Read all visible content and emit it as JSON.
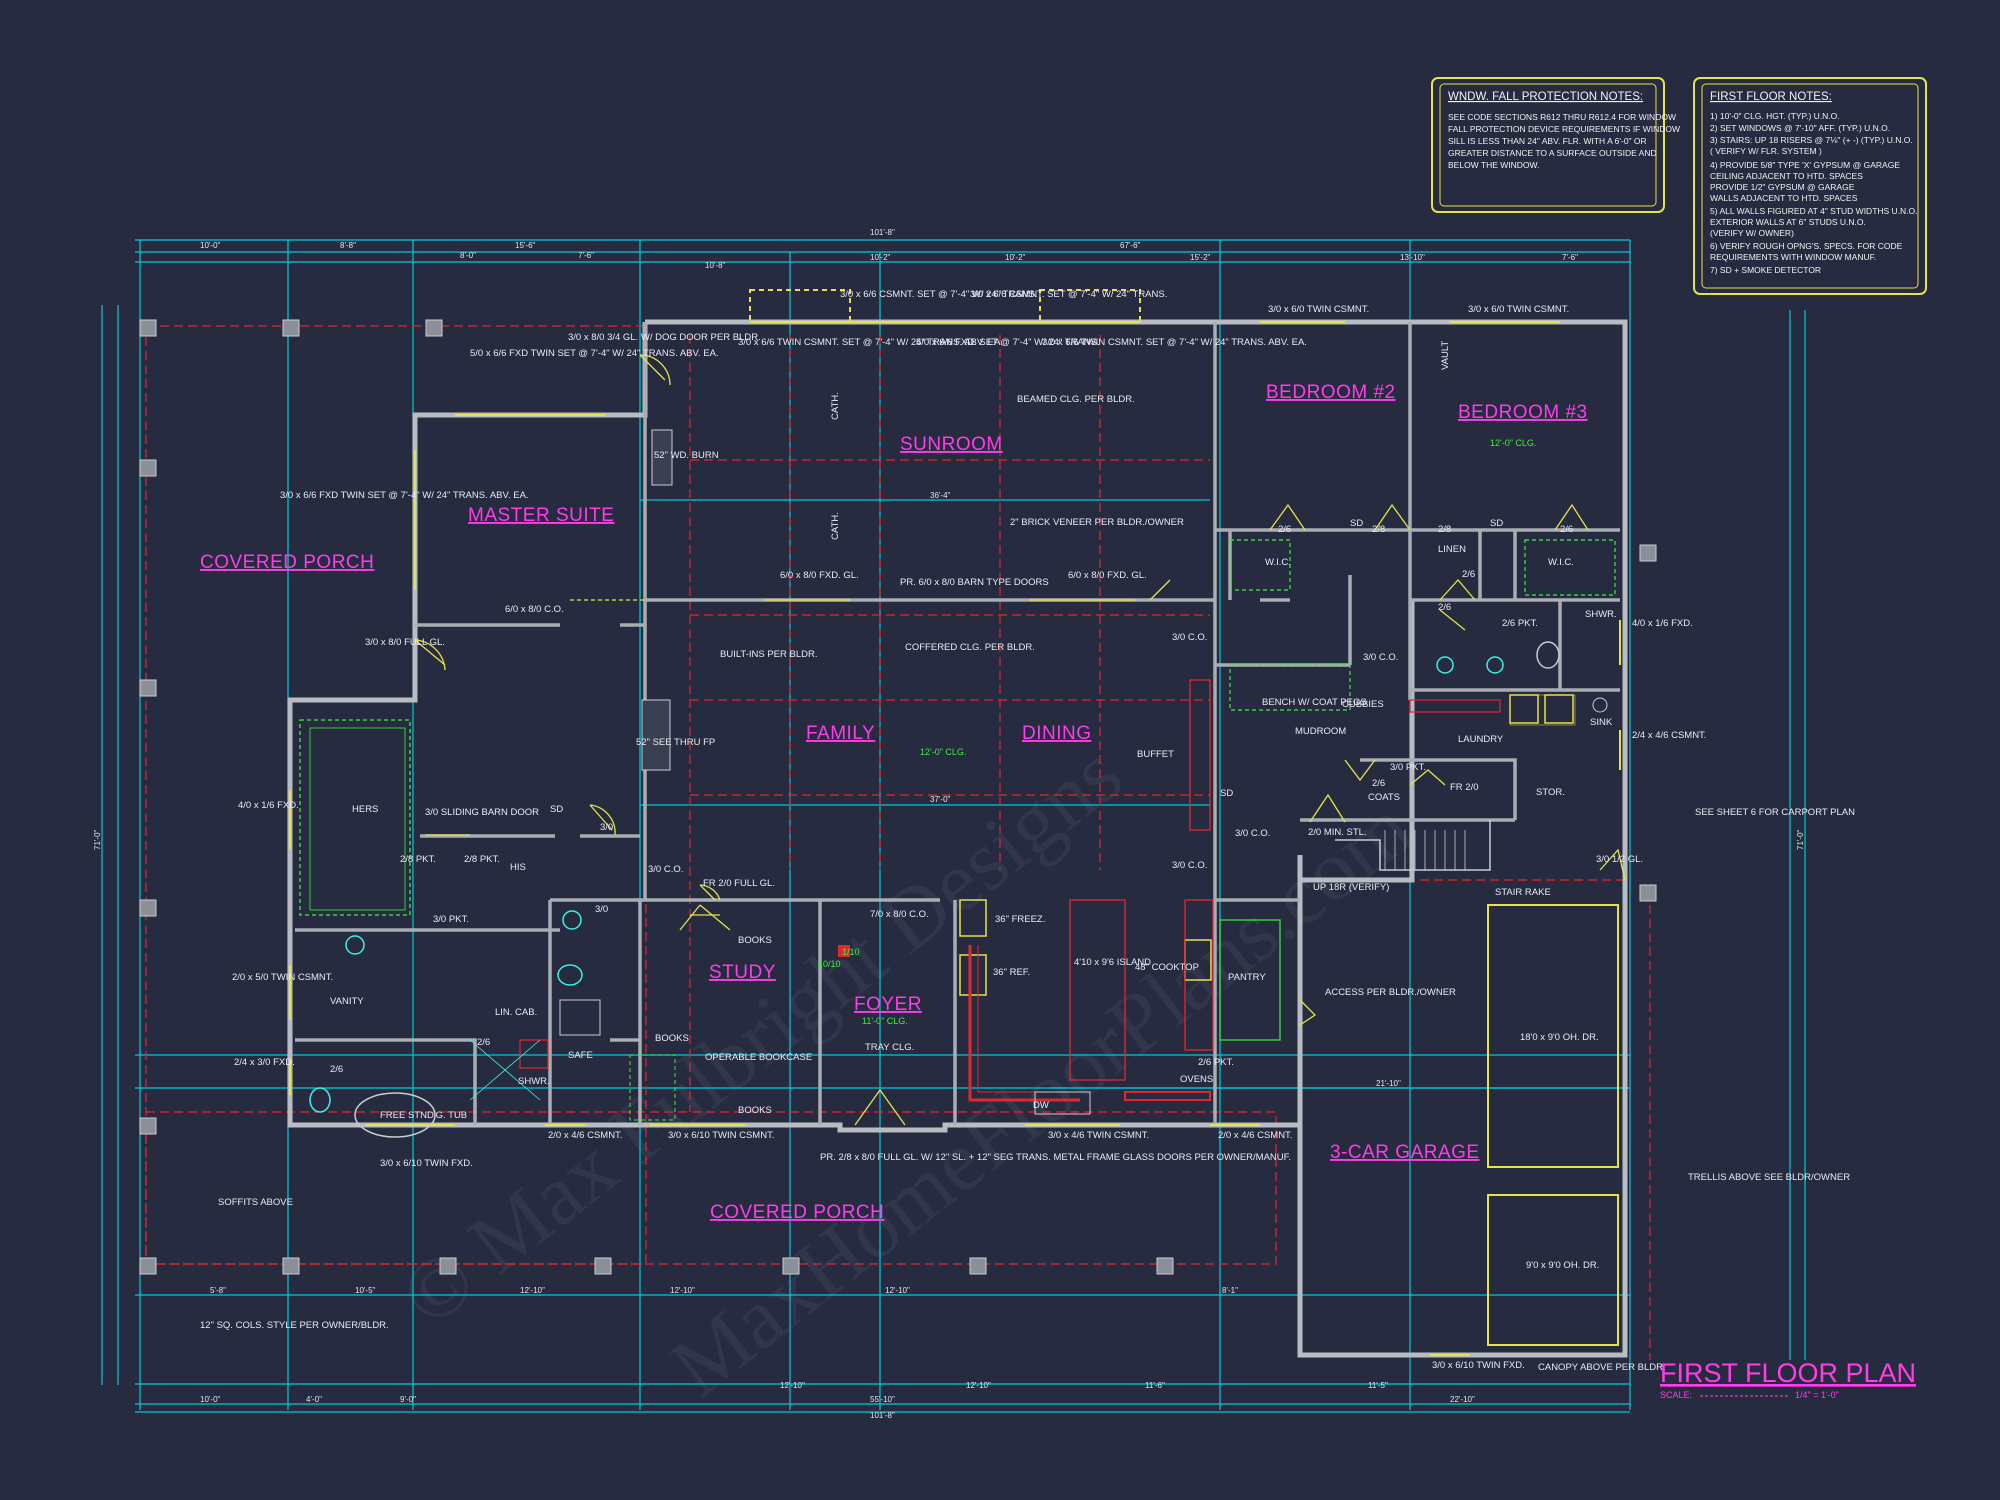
{
  "title": {
    "main": "FIRST FLOOR PLAN",
    "scale_prefix": "SCALE:",
    "scale_value": "1/4\" = 1'-0\""
  },
  "notes": {
    "window_fall": {
      "heading": "WNDW. FALL PROTECTION NOTES:",
      "lines": [
        "SEE CODE SECTIONS R612 THRU R612.4 FOR WINDOW",
        "FALL PROTECTION DEVICE REQUIREMENTS IF WINDOW",
        "SILL IS LESS THAN 24\" ABV. FLR. WITH A 6'-0\" OR",
        "GREATER DISTANCE TO A SURFACE OUTSIDE AND",
        "BELOW THE WINDOW."
      ]
    },
    "first_floor": {
      "heading": "FIRST FLOOR NOTES:",
      "lines": [
        "1) 10'-0\" CLG. HGT. (TYP.) U.N.O.",
        "2) SET WINDOWS @ 7'-10\" AFF. (TYP.) U.N.O.",
        "3) STAIRS: UP 18 RISERS @ 7⅛\" (+ -) (TYP.) U.N.O.",
        "   ( VERIFY W/ FLR. SYSTEM )",
        "4) PROVIDE 5/8\" TYPE 'X' GYPSUM @ GARAGE",
        "   CEILING ADJACENT TO HTD. SPACES",
        "   PROVIDE 1/2\" GYPSUM @ GARAGE",
        "   WALLS ADJACENT TO HTD. SPACES",
        "5) ALL WALLS FIGURED AT 4\" STUD WIDTHS U.N.O.",
        "   EXTERIOR WALLS AT 6\" STUDS U.N.O.",
        "   (VERIFY W/ OWNER)",
        "6) VERIFY ROUGH OPNG'S. SPECS. FOR CODE",
        "   REQUIREMENTS WITH WINDOW MANUF.",
        "7) SD + SMOKE DETECTOR"
      ]
    }
  },
  "rooms": {
    "covered_porch_left": "COVERED PORCH",
    "master_suite": "MASTER SUITE",
    "sunroom": "SUNROOM",
    "bedroom2": "BEDROOM #2",
    "bedroom3": "BEDROOM #3",
    "family": "FAMILY",
    "dining": "DINING",
    "study": "STUDY",
    "foyer": "FOYER",
    "covered_porch_front": "COVERED PORCH",
    "garage": "3-CAR GARAGE"
  },
  "labels": {
    "hers": "HERS",
    "his": "HIS",
    "vanity": "VANITY",
    "lin_cab": "LIN. CAB.",
    "shwr": "SHWR.",
    "free_tub": "FREE STND'G. TUB",
    "safe": "SAFE",
    "books1": "BOOKS",
    "books2": "BOOKS",
    "books3": "BOOKS",
    "operable_bookcase": "OPERABLE BOOKCASE",
    "tray_clg": "TRAY CLG.",
    "freez": "36\" FREEZ.",
    "ref": "36\" REF.",
    "island": "4'10 x 9'6 ISLAND",
    "cooktop": "48\" COOKTOP",
    "pantry": "PANTRY",
    "ovens": "OVENS",
    "dw": "DW",
    "buffet": "BUFFET",
    "mudroom": "MUDROOM",
    "bench": "BENCH W/ COAT PEGS",
    "cubbies": "CUBBIES",
    "coats": "COATS",
    "laundry": "LAUNDRY",
    "stor": "STOR.",
    "sink": "SINK",
    "wic1": "W.I.C.",
    "wic2": "W.I.C.",
    "linen": "LINEN",
    "shwr2": "SHWR.",
    "vault": "VAULT",
    "cath1": "CATH.",
    "cath2": "CATH.",
    "up18r": "UP 18R (VERIFY)",
    "stair_rake": "STAIR RAKE",
    "dir_20min": "2/0 MIN. STL.",
    "fp": "52\" SEE THRU FP",
    "wd_burn": "52\" WD. BURN",
    "builtins": "BUILT-INS PER BLDR.",
    "coffered": "COFFERED CLG. PER BLDR.",
    "beamed": "BEAMED CLG. PER BLDR.",
    "brick": "2\" BRICK VENEER PER BLDR./OWNER",
    "barn_doors": "PR. 6/0 x 8/0 BARN TYPE DOORS",
    "sliding_barn": "3/0 SLIDING BARN DOOR",
    "soffits": "SOFFITS ABOVE",
    "cols": "12\" SQ. COLS. STYLE PER OWNER/BLDR.",
    "trellis": "TRELLIS ABOVE SEE BLDR/OWNER",
    "carport": "SEE SHEET 6 FOR CARPORT PLAN",
    "access": "ACCESS PER BLDR./OWNER",
    "canopy": "CANOPY ABOVE PER BLDR.",
    "garage_door1": "18'0 x 9'0 OH. DR.",
    "garage_door2": "9'0 x 9'0 OH. DR.",
    "front_doors": "PR. 2/8 x 8/0 FULL GL. W/ 12\" SL. + 12\" SEG TRANS. METAL FRAME GLASS DOORS PER OWNER/MANUF.",
    "clg_family": "12'-0\" CLG.",
    "clg_foyer": "11'-0\" CLG.",
    "clg_bed3": "12'-0\" CLG.",
    "w_master_left": "3/0 x 6/6 FXD TWIN SET @ 7'-4\" W/ 24\" TRANS. ABV. EA.",
    "w_master_top": "5/0 x 6/6 FXD TWIN SET @ 7'-4\" W/ 24\" TRANS. ABV. EA.",
    "w_dog_door": "3/0 x 8/0 3/4 GL. W/ DOG DOOR PER BLDR.",
    "w_sun1": "3/0 x 6/6 TWIN CSMNT. SET @ 7'-4\" W/ 24\" TRANS. ABV. EA.",
    "w_sun2": "5/0 x 6/6 FXD. SET @ 7'-4\" W/ 24\" TRANS.",
    "w_sun3": "3/0 x 6/6 TWIN CSMNT. SET @ 7'-4\" W/ 24\" TRANS. ABV. EA.",
    "w_sun_top1": "3/0 x 6/6 CSMNT. SET @ 7'-4\" W/ 24\" TRANS.",
    "w_sun_top2": "3/0 x 6/6 CSMNT. SET @ 7'-4\" W/ 24\" TRANS.",
    "w_bed2": "3/0 x 6/0 TWIN CSMNT.",
    "w_bed3": "3/0 x 6/0 TWIN CSMNT.",
    "w_fxd_sun_l": "6/0 x 8/0 FXD. GL.",
    "w_fxd_sun_r": "6/0 x 8/0 FXD. GL.",
    "d_master_co": "6/0 x 8/0 C.O.",
    "d_full_gl": "3/0 x 8/0 FULL GL.",
    "w_hers": "4/0 x 1/6 FXD.",
    "w_bath_twin": "2/0 x 5/0 TWIN CSMNT.",
    "w_bath_fxd": "2/4 x 3/0 FXD.",
    "w_tub": "3/0 x 6/10 TWIN FXD.",
    "w_safe": "2/0 x 4/6 CSMNT.",
    "w_study": "3/0 x 6/10 TWIN CSMNT.",
    "w_dining": "3/0 x 4/6 TWIN CSMNT.",
    "w_pantry": "2/0 x 4/6 CSMNT.",
    "w_laundry": "2/4 x 4/6 CSMNT.",
    "w_wic_fxd": "4/0 x 1/6 FXD.",
    "w_garage": "3/0 x 6/10 TWIN FXD.",
    "d_garage_side": "3/0 1/2 GL.",
    "co1": "3/0 C.O.",
    "co2": "3/0 C.O.",
    "co3": "3/0 C.O.",
    "co4": "3/0 C.O.",
    "co5": "3/0 C.O.",
    "pkt1": "2/8 PKT.",
    "pkt2": "2/8 PKT.",
    "pkt3": "3/0 PKT.",
    "pkt4": "2/6 PKT.",
    "pkt5": "3/0 PKT.",
    "pkt6": "2/6 PKT.",
    "full_gl_study": "FR 2/0 FULL GL.",
    "foyer_co": "7/0 x 8/0 C.O.",
    "pr_2_0": "FR 2/0",
    "d_26a": "2/6",
    "d_26b": "2/6",
    "d_26c": "2/8",
    "d_26d": "2/8",
    "d_26e": "2/6",
    "d_26f": "2/6",
    "d_26g": "2/6",
    "d_30": "3/0",
    "d_30b": "3/0",
    "d_26h": "2/6",
    "d_26i": "2/6",
    "d_1010": "10/10",
    "d_110": "1/10",
    "sd": "SD"
  },
  "dims": {
    "overall_top": "101'-8\"",
    "overall_bottom": "101'-8\"",
    "top_seg1": "10'-0\"",
    "top_seg2": "8'-8\"",
    "top_seg3": "15'-6\"",
    "top_seg4": "8'-0\"",
    "top_seg5": "7'-6\"",
    "top_seg6": "10'-8\"",
    "top_seg7": "10'-2\"",
    "top_seg8": "10'-2\"",
    "top_seg9": "67'-6\"",
    "top_seg10": "15'-2\"",
    "top_seg11": "13'-10\"",
    "top_seg12": "7'-6\"",
    "bot_seg1": "10'-0\"",
    "bot_seg2": "4'-0\"",
    "bot_seg3": "9'-0\"",
    "bot_seg4": "12'-10\"",
    "bot_seg5": "12'-10\"",
    "bot_seg6": "11'-6\"",
    "bot_seg7": "11'-5\"",
    "bot_seg8": "22'-10\"",
    "bot_mid": "55'-10\"",
    "sunroom_w": "36'-4\"",
    "family_w": "37'-0\"",
    "left_total": "71'-0\"",
    "right_total": "71'-0\"",
    "porch_seg1": "5'-8\"",
    "porch_seg2": "10'-5\"",
    "porch_seg3": "12'-10\"",
    "porch_seg4": "12'-10\"",
    "porch_seg5": "12'-10\"",
    "porch_seg6": "8'-1\"",
    "garage_w": "21'-10\""
  }
}
